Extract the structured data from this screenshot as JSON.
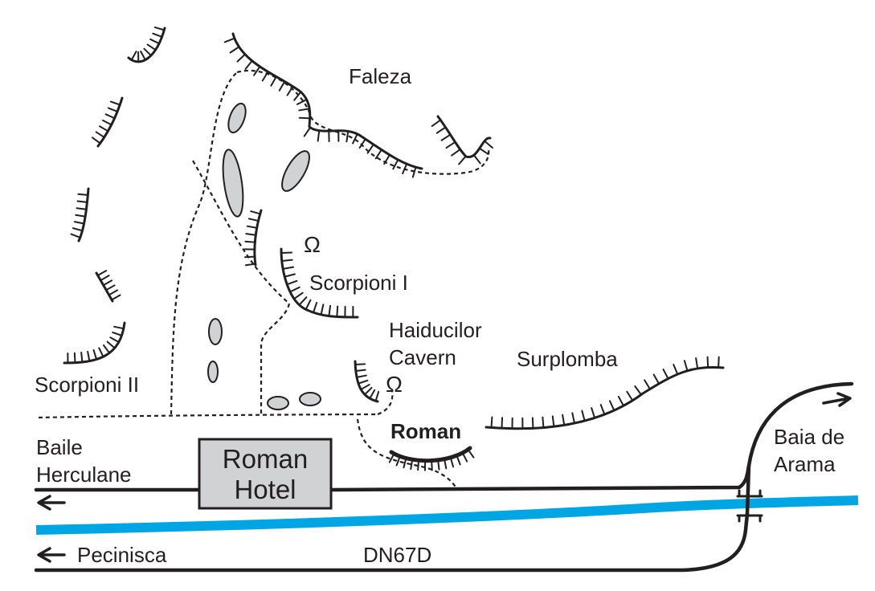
{
  "labels": {
    "faleza": "Faleza",
    "scorpioni_i": "Scorpioni I",
    "scorpioni_ii": "Scorpioni II",
    "haiducilor_line1": "Haiducilor",
    "haiducilor_line2": "Cavern",
    "surplomba": "Surplomba",
    "roman": "Roman",
    "baile_line1": "Baile",
    "baile_line2": "Herculane",
    "baia_line1": "Baia de",
    "baia_line2": "Arama",
    "pecinisca": "Pecinisca",
    "road_number": "DN67D"
  },
  "hotel": {
    "line1": "Roman",
    "line2": "Hotel"
  },
  "symbols": {
    "cave": "Ω"
  },
  "colors": {
    "river": "#00a6e3",
    "ink": "#231f20",
    "hotel_fill": "#d0d2d3",
    "boulder_fill": "#d0d2d3"
  },
  "icons": {
    "cave_symbol": "omega-cave-icon",
    "direction_arrow": "arrow-icon"
  }
}
